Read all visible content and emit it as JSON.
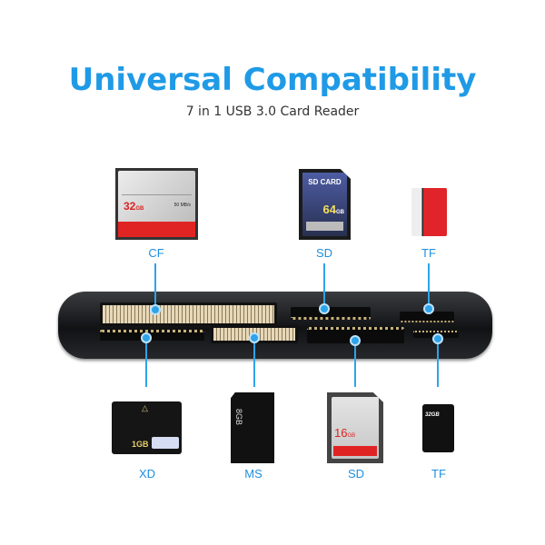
{
  "header": {
    "title": "Universal Compatibility",
    "subtitle": "7 in 1 USB 3.0 Card Reader"
  },
  "top_cards": [
    {
      "label": "CF",
      "capacity": "32",
      "unit": "GB",
      "speed": "50 MB/s"
    },
    {
      "label": "SD",
      "brand": "SD CARD",
      "capacity": "64",
      "unit": "GB"
    },
    {
      "label": "TF"
    }
  ],
  "bottom_cards": [
    {
      "label": "XD",
      "capacity": "1GB"
    },
    {
      "label": "MS",
      "capacity": "8GB"
    },
    {
      "label": "SD",
      "capacity": "16",
      "unit": "GB"
    },
    {
      "label": "TF",
      "capacity": "32GB"
    }
  ],
  "colors": {
    "accent": "#1f9ae6",
    "reader": "#111214"
  }
}
